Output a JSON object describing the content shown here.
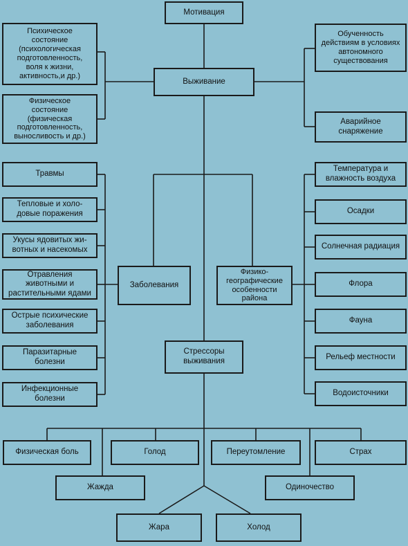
{
  "diagram": {
    "motivation": "Мотивация",
    "survival": "Выживание",
    "psych_state": "Психическое\nсостояние\n(психологическая\nподготовленность,\nволя к жизни,\nактивность,и др.)",
    "phys_state": "Физическое\nсостояние\n(физическая\nподготовленность,\nвыносливость и др.)",
    "training": "Обученность\nдействиям в условиях\nавтономного\nсуществования",
    "emergency_gear": "Аварийное\nснаряжение",
    "diseases": "Заболевания",
    "disease_items": [
      "Травмы",
      "Тепловые и холо-\nдовые поражения",
      "Укусы ядовитых жи-\nвотных и насекомых",
      "Отравления\nживотными и\nрастительными ядами",
      "Острые психические\nзаболевания",
      "Паразитарные\nболезни",
      "Инфекционные\nболезни"
    ],
    "geo_features": "Физико-\nгеографические\nособенности\nрайона",
    "geo_items": [
      "Температура и\nвлажность воздуха",
      "Осадки",
      "Солнечная радиация",
      "Флора",
      "Фауна",
      "Рельеф местности",
      "Водоисточники"
    ],
    "stressors": "Стрессоры\nвыживания",
    "stressor_items": [
      "Физическая боль",
      "Голод",
      "Переутомление",
      "Страх",
      "Жажда",
      "Одиночество",
      "Жара",
      "Холод"
    ]
  }
}
